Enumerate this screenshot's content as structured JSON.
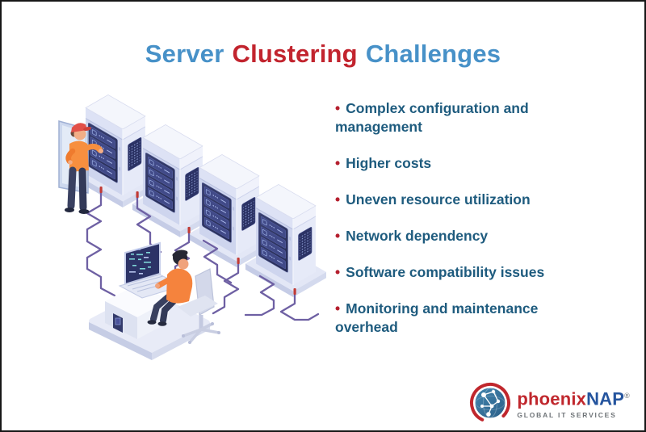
{
  "title": {
    "part1": "Server",
    "part2": "Clustering",
    "part3": "Challenges"
  },
  "challenges": {
    "bullet": "•",
    "items": [
      {
        "text": "Complex configuration and management"
      },
      {
        "text": "Higher costs"
      },
      {
        "text": "Uneven resource utilization"
      },
      {
        "text": "Network dependency"
      },
      {
        "text": "Software compatibility issues"
      },
      {
        "text": "Monitoring and maintenance overhead"
      }
    ]
  },
  "logo": {
    "brand_part_red": "phoenix",
    "brand_part_blue": "NAP",
    "registered_mark": "®",
    "tagline": "GLOBAL IT SERVICES"
  },
  "illustration": {
    "scene": "Isometric cluster of four server tower racks connected by purple network cables; a technician with an orange shirt and red cap inspects an open rack door; an administrator in orange sits at a desk with a laptop on an isometric platform",
    "icons": [
      "server-tower-icon",
      "open-door-icon",
      "technician-figure-icon",
      "network-cable-icon",
      "admin-desk-laptop-icon",
      "globe-network-icon"
    ]
  },
  "colors": {
    "title_blue": "#4791c8",
    "title_red": "#c2242e",
    "bullet_dot_red": "#b51f2e",
    "bullet_text_teal": "#1e5b7e",
    "logo_red": "#c0272d",
    "logo_blue": "#24549e",
    "tagline_gray": "#6f7478",
    "cable_purple": "#6e60a3",
    "server_navy": "#2c3367",
    "accent_orange": "#f78f3f",
    "background": "#ffffff"
  }
}
